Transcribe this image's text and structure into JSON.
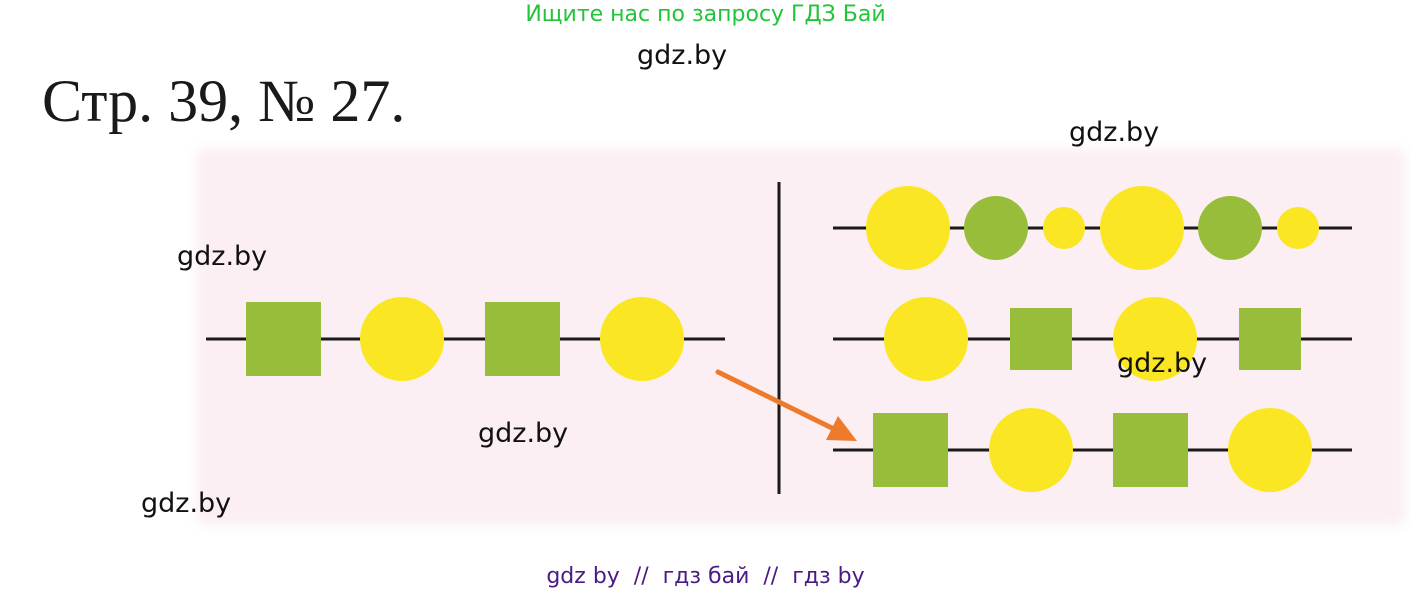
{
  "banner": {
    "text": "Ищите нас по запросу ГДЗ Бай",
    "color": "#22c43a"
  },
  "title": "Стр. 39, № 27.",
  "watermark": "gdz.by",
  "footer": {
    "text": "gdz by  //  гдз бай  //  гдз by",
    "color": "#4b1a85"
  },
  "colors": {
    "yellow": "#fbe623",
    "green": "#98bd3a",
    "line": "#1a1a1a",
    "arrow": "#ee7a2c",
    "background": "#fbeff3"
  },
  "figure": {
    "pattern": [
      "square",
      "circle",
      "square",
      "circle"
    ],
    "options": [
      [
        "large-yellow-circle",
        "medium-green-circle",
        "small-yellow-circle",
        "large-yellow-circle",
        "medium-green-circle",
        "small-yellow-circle"
      ],
      [
        "circle",
        "square",
        "circle",
        "square"
      ],
      [
        "square",
        "circle",
        "square",
        "circle"
      ]
    ],
    "answer_option": 3
  }
}
